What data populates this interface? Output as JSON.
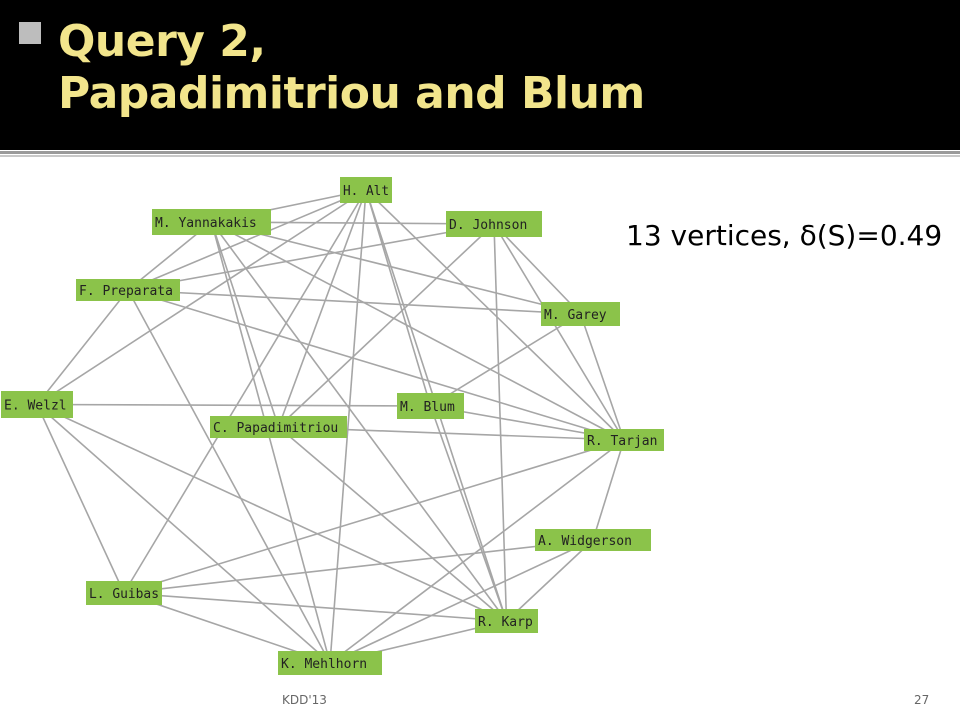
{
  "slide": {
    "title_line1": "Query 2,",
    "title_line2": "Papadimitriou and Blum",
    "stats_text": "13 vertices, δ(S)=0.49",
    "footer_left": "KDD'13",
    "page_number": "27"
  },
  "colors": {
    "title_bg": "#000000",
    "title_text": "#f2e58c",
    "node_fill": "#8bc34a",
    "edge": "#a6a6a6"
  },
  "graph": {
    "nodes": [
      {
        "id": "alt",
        "label": "H. Alt"
      },
      {
        "id": "yannakakis",
        "label": "M. Yannakakis"
      },
      {
        "id": "johnson",
        "label": "D. Johnson"
      },
      {
        "id": "preparata",
        "label": "F. Preparata"
      },
      {
        "id": "garey",
        "label": "M. Garey"
      },
      {
        "id": "welzl",
        "label": "E. Welzl"
      },
      {
        "id": "blum",
        "label": "M. Blum"
      },
      {
        "id": "papadimitriou",
        "label": "C. Papadimitriou"
      },
      {
        "id": "tarjan",
        "label": "R. Tarjan"
      },
      {
        "id": "widgerson",
        "label": "A. Widgerson"
      },
      {
        "id": "guibas",
        "label": "L. Guibas"
      },
      {
        "id": "karp",
        "label": "R. Karp"
      },
      {
        "id": "mehlhorn",
        "label": "K. Mehlhorn"
      }
    ],
    "edges": [
      [
        "alt",
        "yannakakis"
      ],
      [
        "alt",
        "preparata"
      ],
      [
        "alt",
        "welzl"
      ],
      [
        "alt",
        "papadimitriou"
      ],
      [
        "alt",
        "tarjan"
      ],
      [
        "alt",
        "karp"
      ],
      [
        "alt",
        "mehlhorn"
      ],
      [
        "alt",
        "guibas"
      ],
      [
        "yannakakis",
        "johnson"
      ],
      [
        "yannakakis",
        "garey"
      ],
      [
        "yannakakis",
        "tarjan"
      ],
      [
        "yannakakis",
        "karp"
      ],
      [
        "yannakakis",
        "mehlhorn"
      ],
      [
        "yannakakis",
        "papadimitriou"
      ],
      [
        "yannakakis",
        "preparata"
      ],
      [
        "johnson",
        "garey"
      ],
      [
        "johnson",
        "tarjan"
      ],
      [
        "johnson",
        "papadimitriou"
      ],
      [
        "johnson",
        "preparata"
      ],
      [
        "preparata",
        "garey"
      ],
      [
        "preparata",
        "welzl"
      ],
      [
        "preparata",
        "mehlhorn"
      ],
      [
        "preparata",
        "tarjan"
      ],
      [
        "garey",
        "tarjan"
      ],
      [
        "garey",
        "blum"
      ],
      [
        "welzl",
        "blum"
      ],
      [
        "welzl",
        "guibas"
      ],
      [
        "welzl",
        "mehlhorn"
      ],
      [
        "welzl",
        "karp"
      ],
      [
        "blum",
        "tarjan"
      ],
      [
        "blum",
        "karp"
      ],
      [
        "papadimitriou",
        "tarjan"
      ],
      [
        "papadimitriou",
        "karp"
      ],
      [
        "tarjan",
        "guibas"
      ],
      [
        "tarjan",
        "mehlhorn"
      ],
      [
        "tarjan",
        "widgerson"
      ],
      [
        "widgerson",
        "guibas"
      ],
      [
        "widgerson",
        "karp"
      ],
      [
        "widgerson",
        "mehlhorn"
      ],
      [
        "guibas",
        "karp"
      ],
      [
        "guibas",
        "mehlhorn"
      ],
      [
        "karp",
        "mehlhorn"
      ],
      [
        "alt",
        "blum"
      ],
      [
        "johnson",
        "karp"
      ]
    ]
  }
}
